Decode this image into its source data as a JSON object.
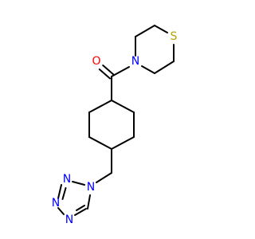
{
  "molecule": {
    "atoms": {
      "oxygen": {
        "symbol": "O",
        "color": "#FF0000"
      },
      "morph_n": {
        "symbol": "N",
        "color": "#0000FF"
      },
      "sulfur": {
        "symbol": "S",
        "color": "#B8A200"
      },
      "tz_n1": {
        "symbol": "N",
        "color": "#0000FF"
      },
      "tz_n2": {
        "symbol": "N",
        "color": "#0000FF"
      },
      "tz_n3": {
        "symbol": "N",
        "color": "#0000FF"
      },
      "tz_n4": {
        "symbol": "N",
        "color": "#0000FF"
      }
    }
  }
}
